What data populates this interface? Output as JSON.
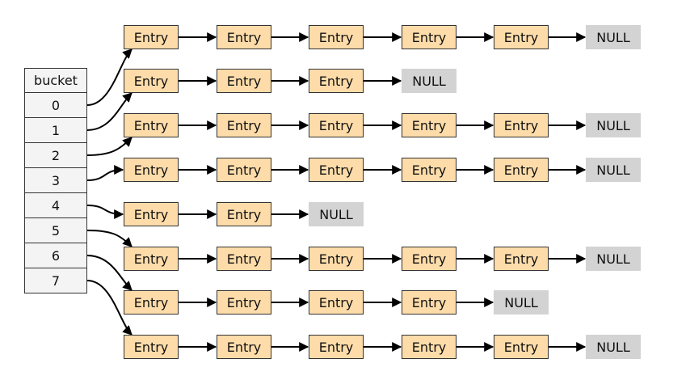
{
  "diagram": {
    "bucket_header": "bucket",
    "entry_label": "Entry",
    "null_label": "NULL",
    "bucket_indices": [
      "0",
      "1",
      "2",
      "3",
      "4",
      "5",
      "6",
      "7"
    ],
    "chains": [
      {
        "row": 0,
        "bucket": "0",
        "entries": 5
      },
      {
        "row": 1,
        "bucket": "1",
        "entries": 3
      },
      {
        "row": 2,
        "bucket": "2",
        "entries": 5
      },
      {
        "row": 3,
        "bucket": "3",
        "entries": 5
      },
      {
        "row": 4,
        "bucket": "4",
        "entries": 2
      },
      {
        "row": 5,
        "bucket": "5",
        "entries": 5
      },
      {
        "row": 6,
        "bucket": "6",
        "entries": 4
      },
      {
        "row": 7,
        "bucket": "7",
        "entries": 5
      }
    ],
    "colors": {
      "entry_fill": "#fddcaa",
      "null_fill": "#d3d3d3",
      "bucket_fill": "#f4f4f4",
      "stroke": "#000000"
    }
  }
}
